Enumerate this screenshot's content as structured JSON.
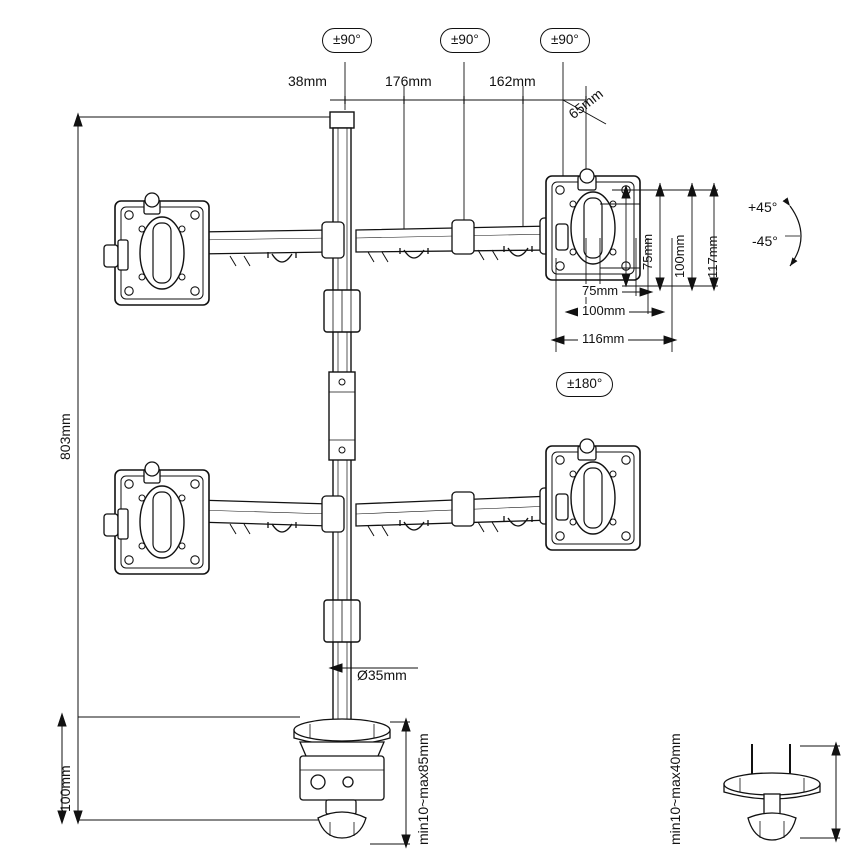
{
  "diagram": {
    "title": "Dual monitor desk mount technical drawing with dimensions",
    "rotation_pills": [
      {
        "id": "pill-left",
        "label": "±90°"
      },
      {
        "id": "pill-mid",
        "label": "±90°"
      },
      {
        "id": "pill-right",
        "label": "±90°"
      },
      {
        "id": "pill-swivel",
        "label": "±180°"
      }
    ],
    "top_dimensions": [
      {
        "id": "dim-38mm",
        "label": "38mm"
      },
      {
        "id": "dim-176mm",
        "label": "176mm"
      },
      {
        "id": "dim-162mm",
        "label": "162mm"
      },
      {
        "id": "dim-65mm",
        "label": "65mm"
      }
    ],
    "vesa_vertical": [
      {
        "id": "vesa-75-v",
        "label": "75mm"
      },
      {
        "id": "vesa-100-v",
        "label": "100mm"
      },
      {
        "id": "vesa-117-v",
        "label": "117mm"
      }
    ],
    "vesa_horizontal": [
      {
        "id": "vesa-75-h",
        "label": "75mm"
      },
      {
        "id": "vesa-100-h",
        "label": "100mm"
      },
      {
        "id": "vesa-116-h",
        "label": "116mm"
      }
    ],
    "tilt": [
      {
        "id": "tilt-up",
        "label": "+45°"
      },
      {
        "id": "tilt-down",
        "label": "-45°"
      }
    ],
    "height_dimensions": [
      {
        "id": "dim-803mm",
        "label": "803mm"
      },
      {
        "id": "dim-100mm",
        "label": "100mm"
      }
    ],
    "pole_dimension": {
      "id": "dim-diameter",
      "label": "Ø35mm"
    },
    "clamp_dimensions": [
      {
        "id": "dim-clamp-85",
        "label": "min10~max85mm"
      },
      {
        "id": "dim-grommet-40",
        "label": "min10~max40mm"
      }
    ]
  }
}
